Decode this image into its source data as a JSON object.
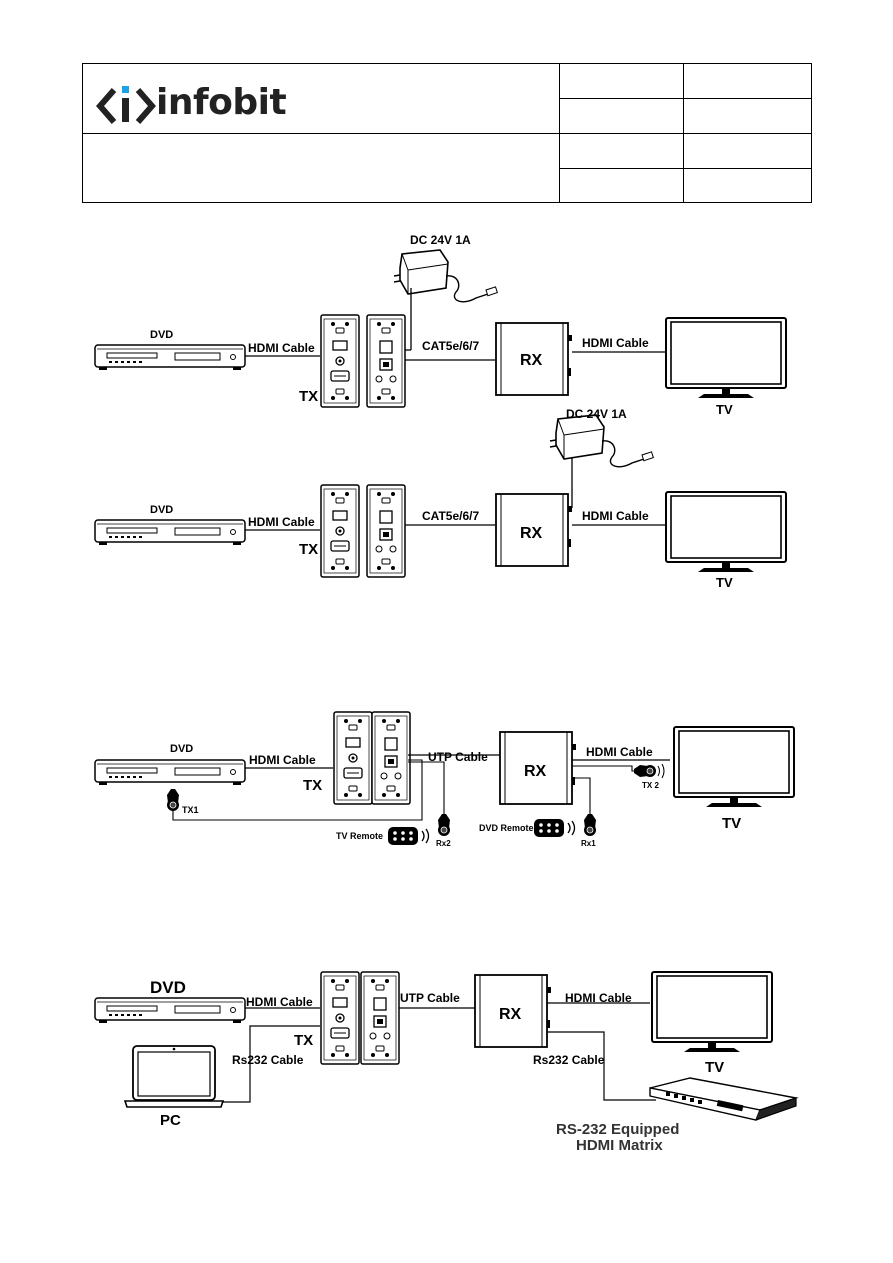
{
  "header": {
    "brand": "infobit",
    "logo_icon": "infobit-logo-icon",
    "accent_color": "#1aa3e8"
  },
  "diagram1": {
    "dvd": "DVD",
    "hdmi_in": "HDMI Cable",
    "tx": "TX",
    "power": "DC 24V 1A",
    "cat": "CAT5e/6/7",
    "rx": "RX",
    "hdmi_out": "HDMI Cable",
    "tv": "TV"
  },
  "diagram2": {
    "dvd": "DVD",
    "hdmi_in": "HDMI Cable",
    "tx": "TX",
    "power": "DC 24V 1A",
    "cat": "CAT5e/6/7",
    "rx": "RX",
    "hdmi_out": "HDMI Cable",
    "tv": "TV"
  },
  "diagram3": {
    "dvd": "DVD",
    "hdmi_in": "HDMI Cable",
    "tx": "TX",
    "utp": "UTP Cable",
    "rx": "RX",
    "hdmi_out": "HDMI Cable",
    "tv": "TV",
    "tx1": "TX1",
    "tx2": "TX 2",
    "tv_remote": "TV Remote",
    "dvd_remote": "DVD Remote",
    "rx2": "Rx2",
    "rx1": "Rx1"
  },
  "diagram4": {
    "dvd": "DVD",
    "hdmi_in": "HDMI Cable",
    "tx": "TX",
    "rs232_left": "Rs232 Cable",
    "pc": "PC",
    "utp": "UTP Cable",
    "rx": "RX",
    "hdmi_out": "HDMI Cable",
    "tv": "TV",
    "rs232_right": "Rs232 Cable",
    "matrix_line1": "RS-232 Equipped",
    "matrix_line2": "HDMI Matrix"
  }
}
